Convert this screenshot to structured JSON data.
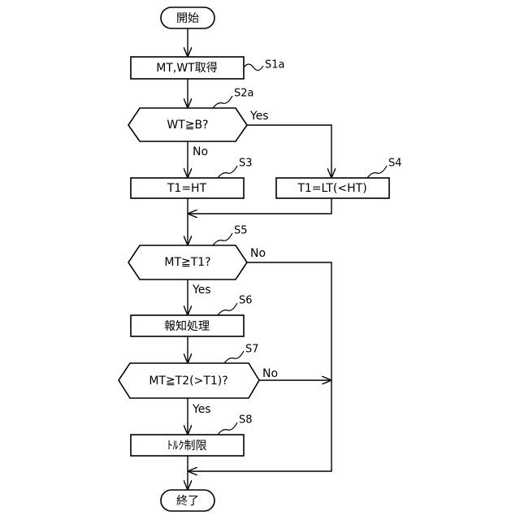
{
  "nodes": {
    "start": "開始",
    "s1a": "MT,WT取得",
    "s2a": "WT≧B?",
    "s3": "T1=HT",
    "s4": "T1=LT(<HT)",
    "s5": "MT≧T1?",
    "s6": "報知処理",
    "s7": "MT≧T2(>T1)?",
    "s8": "ﾄﾙｸ制限",
    "end": "終了"
  },
  "step_labels": {
    "s1a": "S1a",
    "s2a": "S2a",
    "s3": "S3",
    "s4": "S4",
    "s5": "S5",
    "s6": "S6",
    "s7": "S7",
    "s8": "S8"
  },
  "branch_labels": {
    "s2a_yes": "Yes",
    "s2a_no": "No",
    "s5_no": "No",
    "s5_yes": "Yes",
    "s7_no": "No",
    "s7_yes": "Yes"
  }
}
